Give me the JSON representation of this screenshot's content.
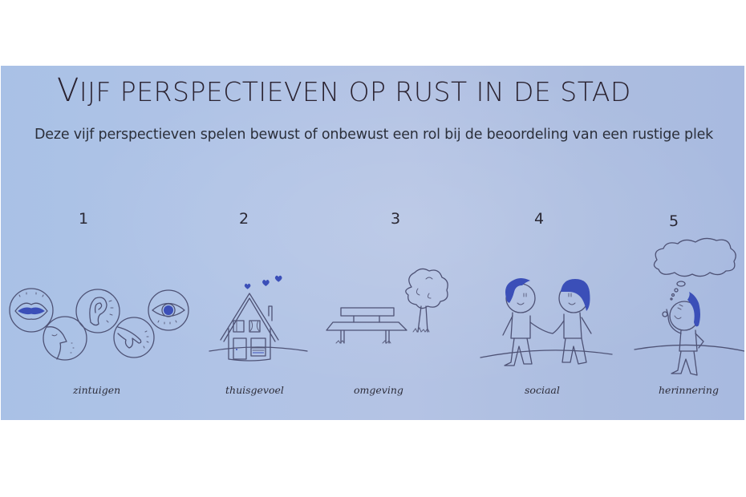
{
  "slide": {
    "title": {
      "first_letter": "V",
      "rest": "IJF PERSPECTIEVEN OP RUST IN DE STAD",
      "full": "Vijf perspectieven op rust in de stad"
    },
    "subtitle": "Deze vijf perspectieven spelen bewust of onbewust een rol bij de beoordeling van een rustige plek",
    "background_color": "#b0c3e6",
    "accent_color": "#3b4fb8",
    "perspectives": [
      {
        "number": "1",
        "label": "zintuigen",
        "icon": "senses-icons"
      },
      {
        "number": "2",
        "label": "thuisgevoel",
        "icon": "house-with-hearts-icon"
      },
      {
        "number": "3",
        "label": "omgeving",
        "icon": "bench-and-tree-icon"
      },
      {
        "number": "4",
        "label": "sociaal",
        "icon": "two-people-holding-hands-icon"
      },
      {
        "number": "5",
        "label": "herinnering",
        "icon": "person-with-thought-cloud-icon"
      }
    ]
  }
}
